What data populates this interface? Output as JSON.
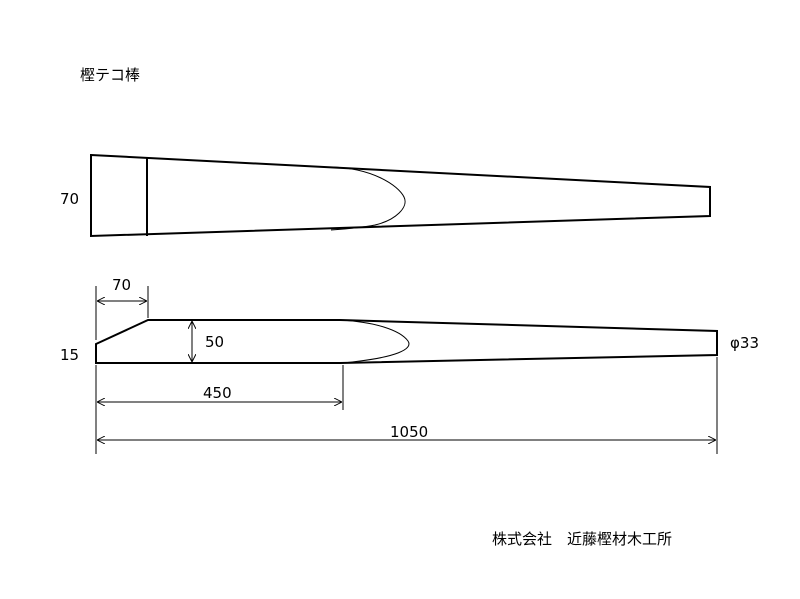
{
  "title": "樫テコ棒",
  "company": "株式会社　近藤樫材木工所",
  "top_view": {
    "height_label": "70"
  },
  "side_view": {
    "tip_length_label": "70",
    "tip_height_label": "15",
    "thickness_label": "50",
    "end_diameter_label": "φ33",
    "flat_length_label": "450",
    "total_length_label": "1050"
  }
}
